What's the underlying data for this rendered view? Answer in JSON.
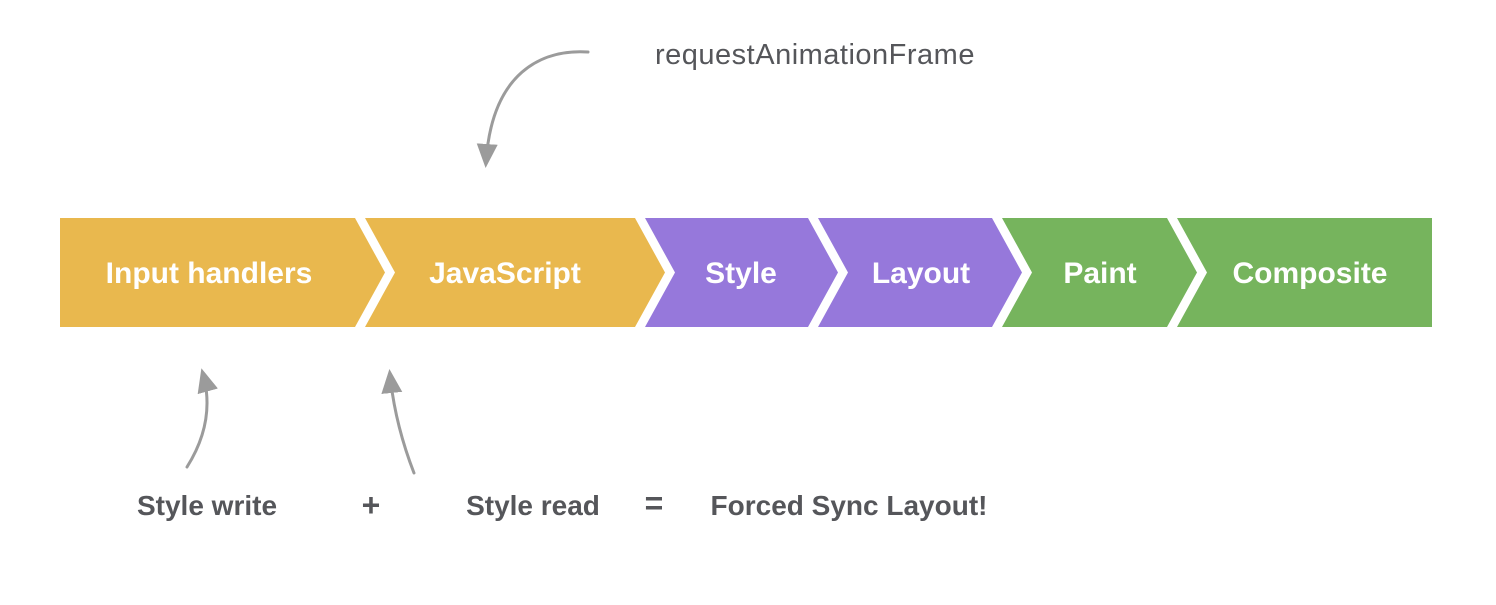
{
  "colors": {
    "background": "#FFFFFF",
    "stage_label_text": "#FFFFFF",
    "annotation_text": "#55565A",
    "arrow": "#9B9B9B"
  },
  "diagram": {
    "raf_label": "requestAnimationFrame",
    "stages": [
      {
        "label": "Input handlers",
        "color": "#E9B84E"
      },
      {
        "label": "JavaScript",
        "color": "#E9B84E"
      },
      {
        "label": "Style",
        "color": "#9678DB"
      },
      {
        "label": "Layout",
        "color": "#9678DB"
      },
      {
        "label": "Paint",
        "color": "#76B45D"
      },
      {
        "label": "Composite",
        "color": "#76B45D"
      }
    ],
    "equation": {
      "style_write": "Style write",
      "plus": "+",
      "style_read": "Style read",
      "equals": "=",
      "result": "Forced Sync Layout!"
    }
  }
}
